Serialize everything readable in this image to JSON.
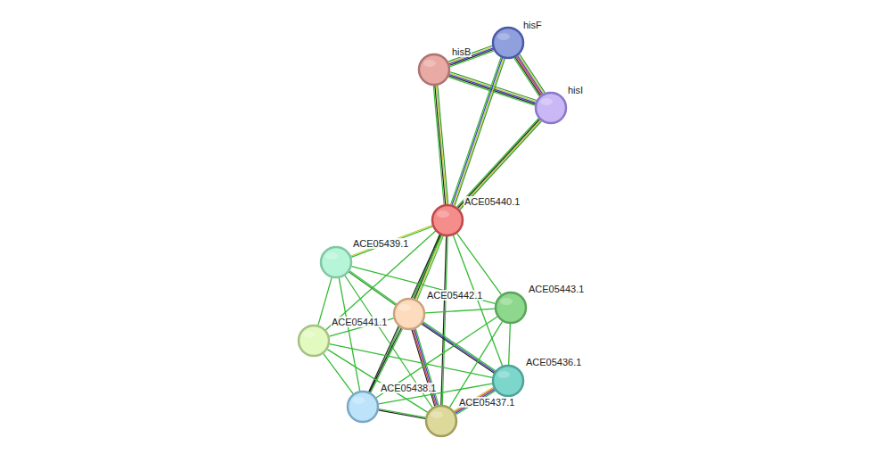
{
  "diagram": {
    "nodes": [
      {
        "text": [
          "hisF"
        ]
      },
      {
        "text": [
          "hisB"
        ]
      },
      {
        "text": [
          "hisI"
        ]
      },
      {
        "text": [
          "ACE05440.1"
        ]
      },
      {
        "text": [
          "ACE05439.1"
        ]
      },
      {
        "text": [
          "ACE05443.1"
        ]
      },
      {
        "text": [
          "ACE05442.1"
        ]
      },
      {
        "text": [
          "ACE05441.1"
        ]
      },
      {
        "text": [
          "ACE05436.1"
        ]
      },
      {
        "text": [
          "ACE05438.1"
        ]
      },
      {
        "text": [
          "ACE05437.1"
        ]
      }
    ],
    "edges": [
      {
        "from": 1,
        "to": 0,
        "arrow": "none"
      },
      {
        "from": 1,
        "to": 2,
        "arrow": "none"
      },
      {
        "from": 0,
        "to": 2,
        "arrow": "none"
      },
      {
        "from": 1,
        "to": 3,
        "arrow": "none"
      },
      {
        "from": 0,
        "to": 3,
        "arrow": "none"
      },
      {
        "from": 2,
        "to": 3,
        "arrow": "none"
      },
      {
        "from": 3,
        "to": 4,
        "arrow": "none"
      },
      {
        "from": 3,
        "to": 6,
        "arrow": "none"
      },
      {
        "from": 3,
        "to": 5,
        "arrow": "none"
      },
      {
        "from": 3,
        "to": 7,
        "arrow": "none"
      },
      {
        "from": 3,
        "to": 8,
        "arrow": "none"
      },
      {
        "from": 3,
        "to": 9,
        "arrow": "none"
      },
      {
        "from": 3,
        "to": 10,
        "arrow": "none"
      },
      {
        "from": 4,
        "to": 6,
        "arrow": "none"
      },
      {
        "from": 4,
        "to": 7,
        "arrow": "none"
      },
      {
        "from": 4,
        "to": 9,
        "arrow": "none"
      },
      {
        "from": 4,
        "to": 5,
        "arrow": "none"
      },
      {
        "from": 4,
        "to": 10,
        "arrow": "none"
      },
      {
        "from": 6,
        "to": 5,
        "arrow": "none"
      },
      {
        "from": 6,
        "to": 7,
        "arrow": "none"
      },
      {
        "from": 6,
        "to": 8,
        "arrow": "none"
      },
      {
        "from": 6,
        "to": 9,
        "arrow": "none"
      },
      {
        "from": 6,
        "to": 10,
        "arrow": "none"
      },
      {
        "from": 7,
        "to": 9,
        "arrow": "none"
      },
      {
        "from": 7,
        "to": 10,
        "arrow": "none"
      },
      {
        "from": 7,
        "to": 8,
        "arrow": "none"
      },
      {
        "from": 5,
        "to": 8,
        "arrow": "none"
      },
      {
        "from": 5,
        "to": 10,
        "arrow": "none"
      },
      {
        "from": 5,
        "to": 9,
        "arrow": "none"
      },
      {
        "from": 8,
        "to": 10,
        "arrow": "none"
      },
      {
        "from": 9,
        "to": 10,
        "arrow": "none"
      },
      {
        "from": 8,
        "to": 9,
        "arrow": "none"
      }
    ]
  }
}
